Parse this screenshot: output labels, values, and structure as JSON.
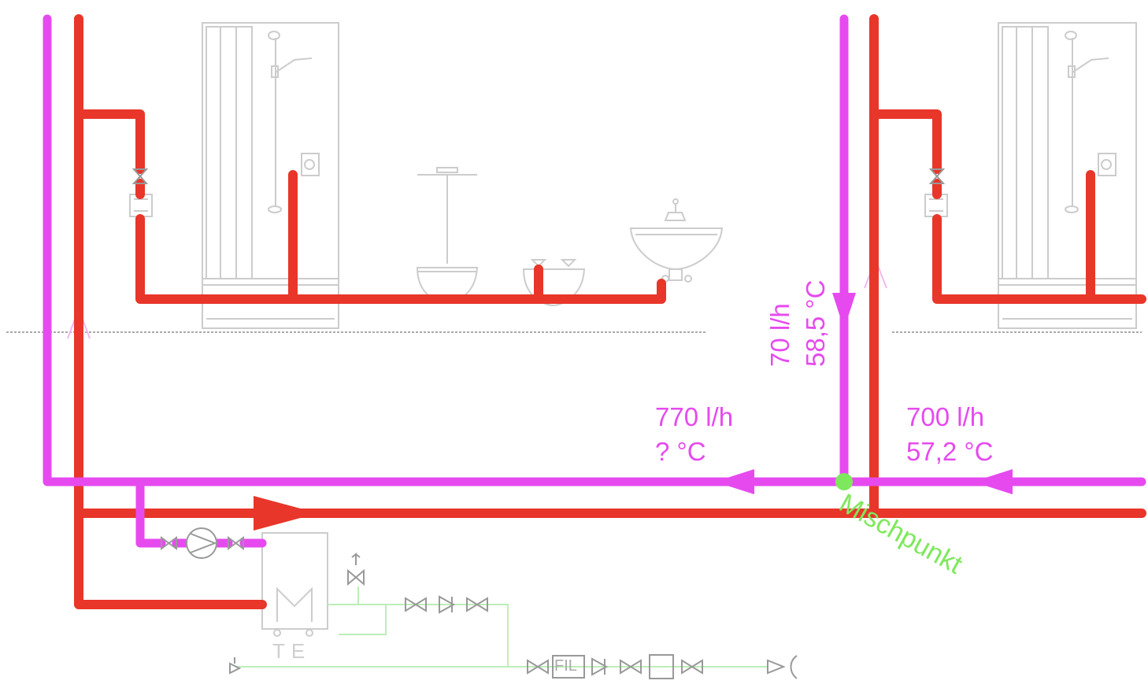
{
  "colors": {
    "hot_supply": "#e8362a",
    "circulation": "#e64aef",
    "fixture_line": "#cccccc",
    "small_pipe": "#bdeeb8",
    "mixing_point": "#7ee85c",
    "label_color": "#e64aef",
    "mix_label_color": "#7ee85c"
  },
  "labels": {
    "left_flow": "770 l/h",
    "left_temp": "? °C",
    "right_flow": "700 l/h",
    "right_temp": "57,2 °C",
    "riser_flow": "70 l/h",
    "riser_temp": "58,5 °C",
    "mixing_point": "Mischpunkt",
    "heater_tag": "TE",
    "filter_tag": "FIL"
  }
}
